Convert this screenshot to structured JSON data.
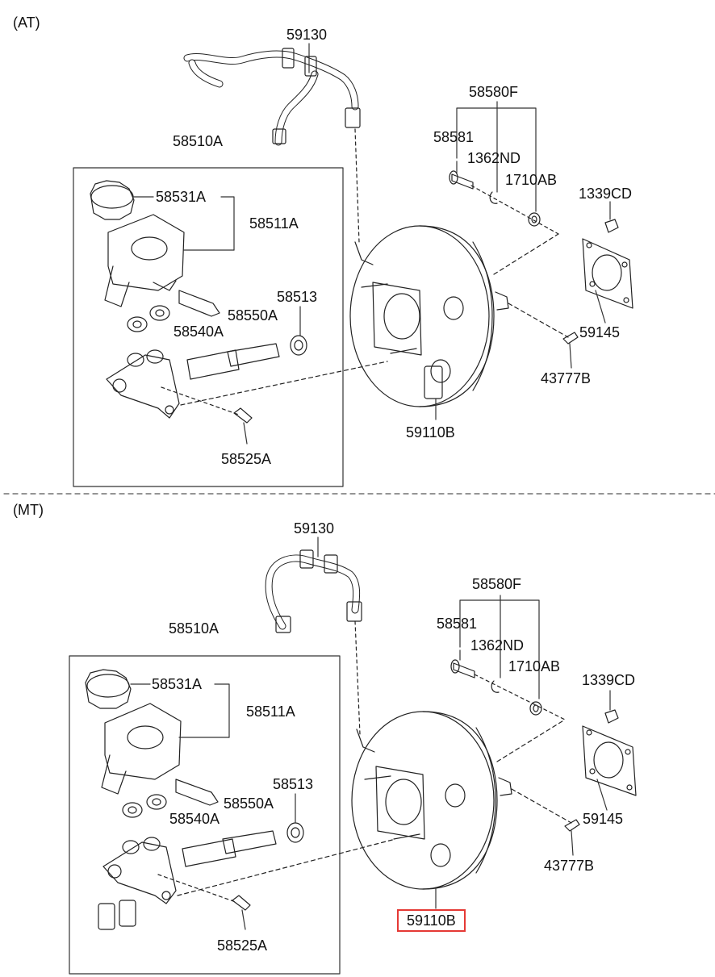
{
  "sections": {
    "at": {
      "title": "(AT)",
      "labels": {
        "hose": "59130",
        "master_cylinder_assy": "58510A",
        "cap": "58531A",
        "reservoir": "58511A",
        "seal": "58513",
        "piston_secondary": "58540A",
        "piston_primary": "58550A",
        "bolt": "58525A",
        "kit": "58580F",
        "pin": "58581",
        "clip": "1362ND",
        "washer": "1710AB",
        "nut": "1339CD",
        "gasket": "59145",
        "clevis_pin": "43777B",
        "booster": "59110B"
      }
    },
    "mt": {
      "title": "(MT)",
      "labels": {
        "hose": "59130",
        "master_cylinder_assy": "58510A",
        "cap": "58531A",
        "reservoir": "58511A",
        "seal": "58513",
        "piston_secondary": "58540A",
        "piston_primary": "58550A",
        "bolt": "58525A",
        "kit": "58580F",
        "pin": "58581",
        "clip": "1362ND",
        "washer": "1710AB",
        "nut": "1339CD",
        "gasket": "59145",
        "clevis_pin": "43777B",
        "booster": "59110B"
      }
    }
  },
  "highlight": {
    "part": "59110B",
    "color": "#e53935"
  }
}
